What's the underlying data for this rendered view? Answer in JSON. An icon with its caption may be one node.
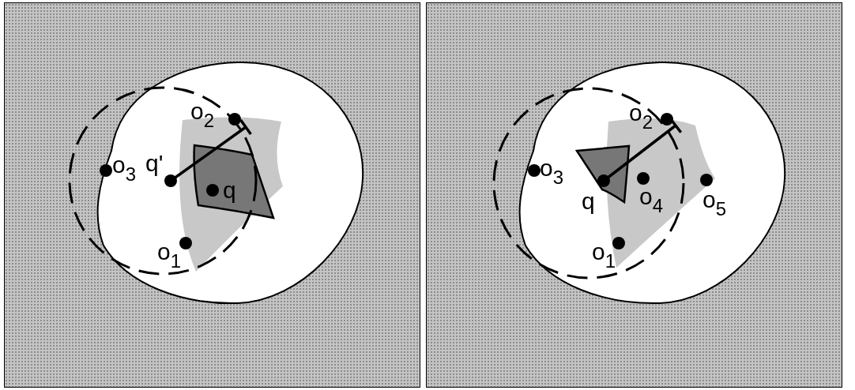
{
  "diagram": {
    "labels": [
      "o$_{2}$",
      "o$_{3}$",
      "q'",
      "q",
      "o$_{1}$",
      "o$_{2}$",
      "o$_{3}$",
      "q",
      "o$_{4}$",
      "o$_{5}$",
      "o$_{1}$"
    ]
  }
}
